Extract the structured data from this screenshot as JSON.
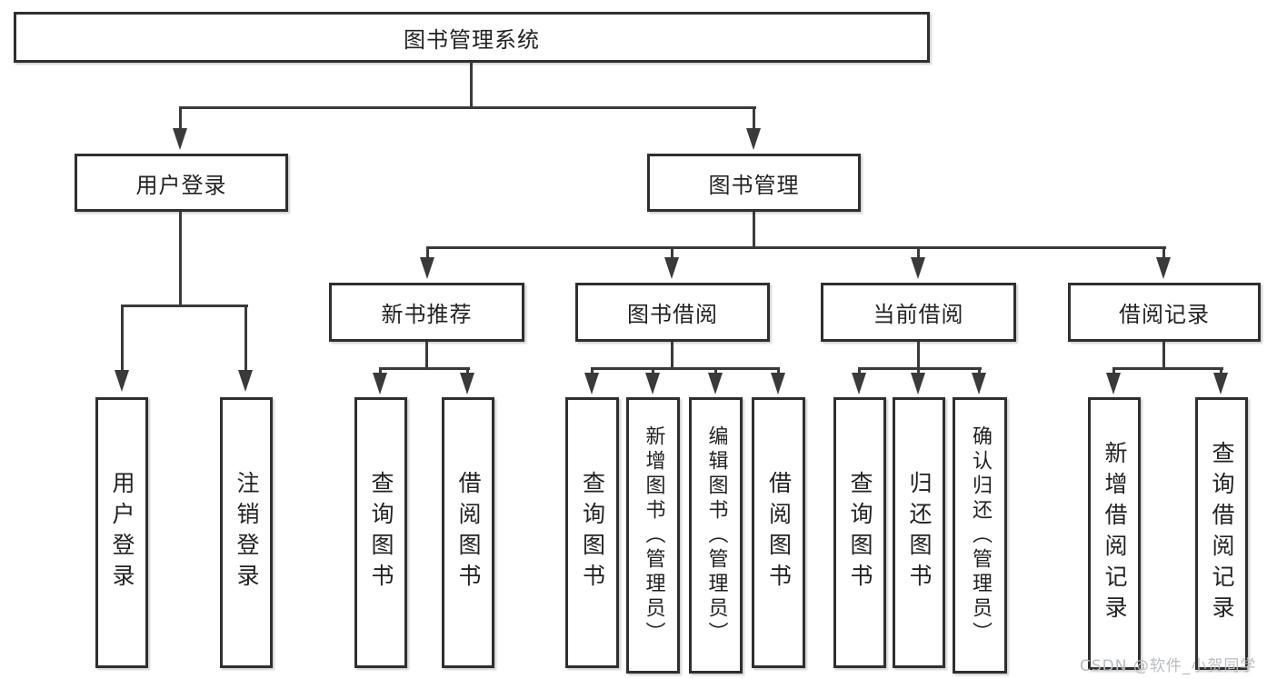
{
  "tree": {
    "label": "图书管理系统",
    "children": [
      {
        "label": "用户登录",
        "children": [
          {
            "label": "用户登录"
          },
          {
            "label": "注销登录"
          }
        ]
      },
      {
        "label": "图书管理",
        "children": [
          {
            "label": "新书推荐",
            "children": [
              {
                "label": "查询图书"
              },
              {
                "label": "借阅图书"
              }
            ]
          },
          {
            "label": "图书借阅",
            "children": [
              {
                "label": "查询图书"
              },
              {
                "label": "新增图书（管理员）"
              },
              {
                "label": "编辑图书（管理员）"
              },
              {
                "label": "借阅图书"
              }
            ]
          },
          {
            "label": "当前借阅",
            "children": [
              {
                "label": "查询图书"
              },
              {
                "label": "归还图书"
              },
              {
                "label": "确认归还（管理员）"
              }
            ]
          },
          {
            "label": "借阅记录",
            "children": [
              {
                "label": "新增借阅记录"
              },
              {
                "label": "查询借阅记录"
              }
            ]
          }
        ]
      }
    ]
  },
  "watermark": "CSDN @软件_小贺同学",
  "colors": {
    "line": "#3a3a3a",
    "box_border": "#2f2f2f",
    "box_fill": "#ffffff",
    "text": "#222222",
    "watermark": "#b9bcc0"
  }
}
